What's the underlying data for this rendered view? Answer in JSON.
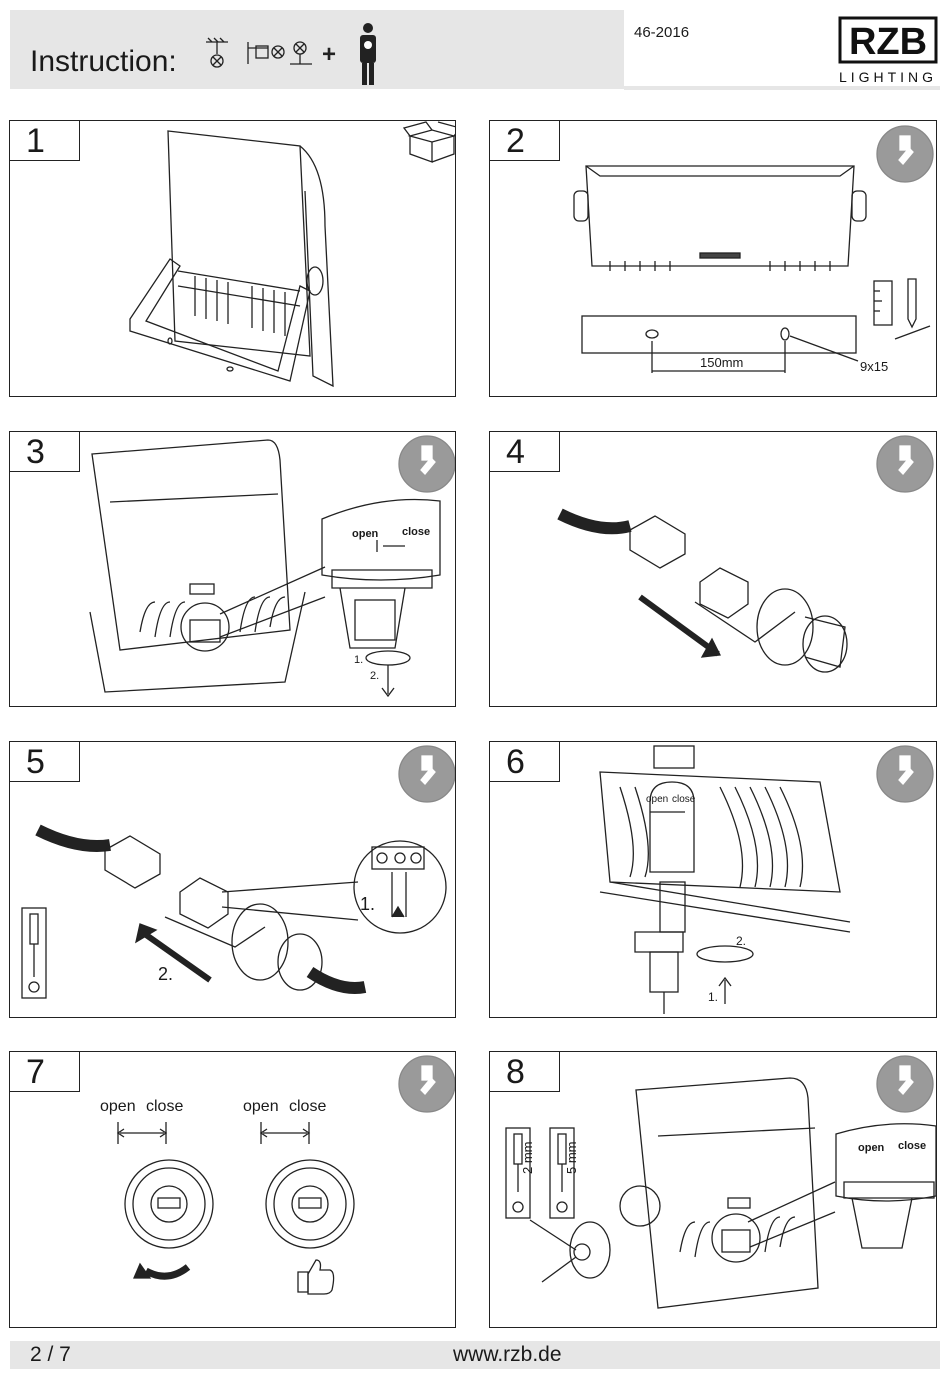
{
  "header": {
    "title": "Instruction:",
    "plus": "+",
    "doc_code": "46-2016",
    "logo_text": "RZB",
    "logo_sub": "LIGHTING",
    "mount_icons": [
      "ceiling-mount-icon",
      "wall-mount-icon",
      "floor-mount-icon",
      "electrician-icon"
    ]
  },
  "steps": [
    {
      "number": "1",
      "icon": "package-open-icon"
    },
    {
      "number": "2",
      "icon": "tools-required-icon",
      "dimension": "150mm",
      "hole": "9x15"
    },
    {
      "number": "3",
      "icon": "tools-required-icon",
      "open": "open",
      "close": "close",
      "action_1": "1.",
      "action_2": "2."
    },
    {
      "number": "4",
      "icon": "tools-required-icon"
    },
    {
      "number": "5",
      "icon": "tools-required-icon",
      "action_1": "1.",
      "action_2": "2."
    },
    {
      "number": "6",
      "icon": "tools-required-icon",
      "open": "open",
      "close": "close",
      "action_1": "1.",
      "action_2": "2."
    },
    {
      "number": "7",
      "icon": "tools-required-icon",
      "open_a": "open",
      "close_a": "close",
      "open_b": "open",
      "close_b": "close"
    },
    {
      "number": "8",
      "icon": "tools-required-icon",
      "open": "open",
      "close": "close",
      "size_a": "2 mm",
      "size_b": "5 mm"
    }
  ],
  "footer": {
    "page": "2 / 7",
    "url": "www.rzb.de"
  },
  "colors": {
    "header_bg": "#e6e6e6",
    "line": "#222222",
    "tool_badge": "#9a9a9a"
  }
}
